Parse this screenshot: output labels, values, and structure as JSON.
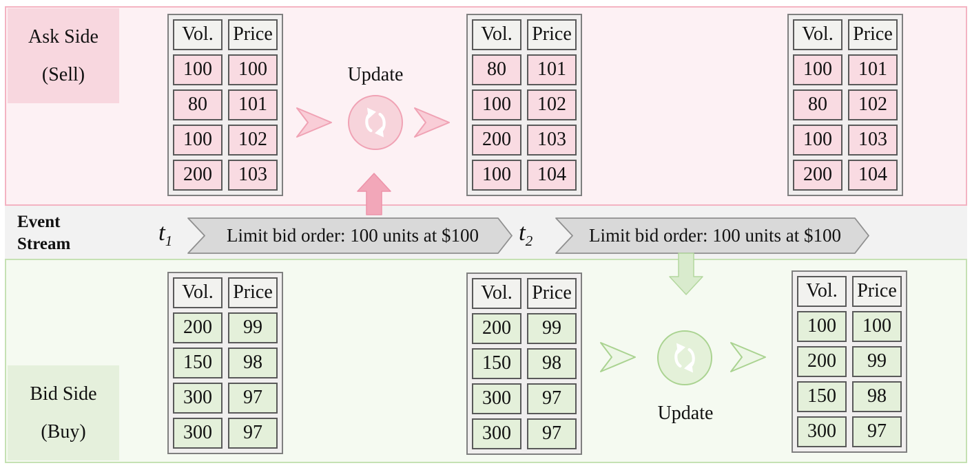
{
  "colors": {
    "ask_band_bg": "#fdf1f4",
    "ask_band_border": "#f4b3c2",
    "ask_label_bg": "#f8d7df",
    "ask_cell_bg": "#f9dbe2",
    "ask_accent": "#f0a2b4",
    "ask_chevron_fill": "#f9cdd7",
    "ask_circle_fill": "#f7d4db",
    "ask_arrow_fill": "#f2a7b9",
    "bid_band_bg": "#f5faf1",
    "bid_band_border": "#c5e1b3",
    "bid_label_bg": "#e5f0dc",
    "bid_cell_bg": "#e4f0da",
    "bid_accent": "#aad391",
    "bid_chevron_fill": "#edf6e6",
    "bid_circle_fill": "#e4f1d9",
    "bid_arrow_fill": "#d9ebcd",
    "event_band_bg": "#f2f2f2",
    "banner_bg": "#d9d9d9",
    "banner_border": "#8f8f8f",
    "header_cell_bg": "#f2f2ef",
    "cell_border": "#595959",
    "table_border": "#7f7f7f",
    "table_bg": "#f0eeee"
  },
  "ask_side": {
    "label_line1": "Ask Side",
    "label_line2": "(Sell)",
    "update_label": "Update",
    "col_headers": [
      "Vol.",
      "Price"
    ],
    "books": [
      {
        "rows": [
          [
            "100",
            "100"
          ],
          [
            "80",
            "101"
          ],
          [
            "100",
            "102"
          ],
          [
            "200",
            "103"
          ]
        ]
      },
      {
        "rows": [
          [
            "80",
            "101"
          ],
          [
            "100",
            "102"
          ],
          [
            "200",
            "103"
          ],
          [
            "100",
            "104"
          ]
        ]
      },
      {
        "rows": [
          [
            "100",
            "101"
          ],
          [
            "80",
            "102"
          ],
          [
            "100",
            "103"
          ],
          [
            "200",
            "104"
          ]
        ]
      }
    ]
  },
  "event_stream": {
    "label_line1": "Event",
    "label_line2": "Stream",
    "events": [
      {
        "time_base": "t",
        "time_sub": "1",
        "text": "Limit bid order: 100 units at $100"
      },
      {
        "time_base": "t",
        "time_sub": "2",
        "text": "Limit bid order: 100 units at $100"
      }
    ]
  },
  "bid_side": {
    "label_line1": "Bid Side",
    "label_line2": "(Buy)",
    "update_label": "Update",
    "col_headers": [
      "Vol.",
      "Price"
    ],
    "books": [
      {
        "rows": [
          [
            "200",
            "99"
          ],
          [
            "150",
            "98"
          ],
          [
            "300",
            "97"
          ],
          [
            "300",
            "97"
          ]
        ]
      },
      {
        "rows": [
          [
            "200",
            "99"
          ],
          [
            "150",
            "98"
          ],
          [
            "300",
            "97"
          ],
          [
            "300",
            "97"
          ]
        ]
      },
      {
        "rows": [
          [
            "100",
            "100"
          ],
          [
            "200",
            "99"
          ],
          [
            "150",
            "98"
          ],
          [
            "300",
            "97"
          ]
        ]
      }
    ]
  }
}
